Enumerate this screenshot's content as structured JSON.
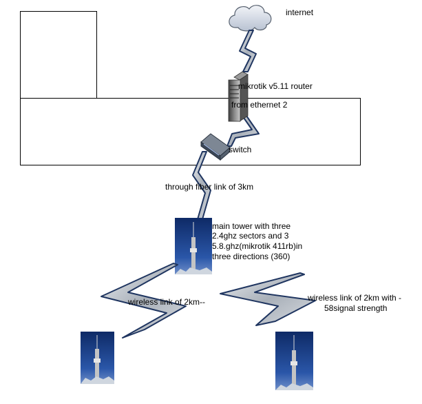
{
  "nodes": {
    "internet": "internet",
    "router": "mikrotik v5.11 router",
    "router_port": "from ethernet 2",
    "switch": "switch"
  },
  "links": {
    "fiber": "through  fiber link of 3km",
    "wireless_left": "wireless link of 2km--",
    "wireless_right_line1": "wireless link of 2km with -",
    "wireless_right_line2": "58signal strength"
  },
  "tower": {
    "main_line1": "main tower with three",
    "main_line2": "2.4ghz sectors and 3",
    "main_line3": "5.8.ghz(mikrotik 411rb)in",
    "main_line4": "three directions (360)"
  },
  "colors": {
    "bolt_fill": "#b9bfc7",
    "bolt_stroke": "#1f3560",
    "sky": "#1d3f86",
    "line": "#000000"
  }
}
